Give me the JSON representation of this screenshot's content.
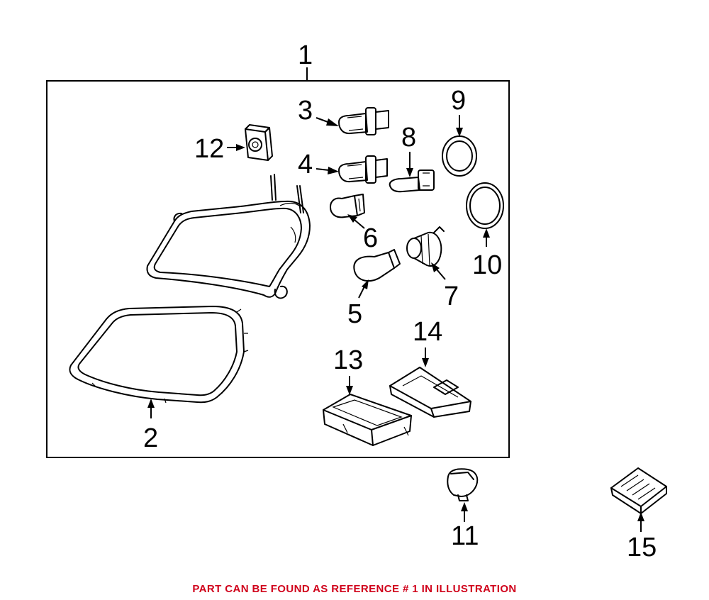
{
  "callouts": {
    "c1": "1",
    "c2": "2",
    "c3": "3",
    "c4": "4",
    "c5": "5",
    "c6": "6",
    "c7": "7",
    "c8": "8",
    "c9": "9",
    "c10": "10",
    "c11": "11",
    "c12": "12",
    "c13": "13",
    "c14": "14",
    "c15": "15"
  },
  "footer": {
    "note": "PART CAN BE FOUND AS REFERENCE # 1 IN ILLUSTRATION",
    "note_color": "#d0021b"
  }
}
